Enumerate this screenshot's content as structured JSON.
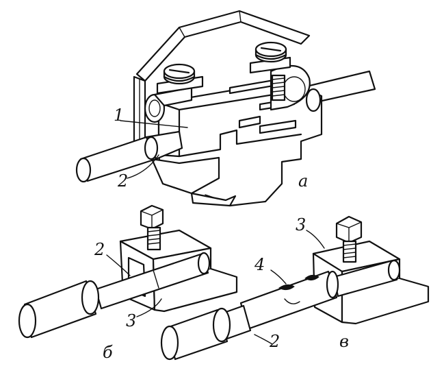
{
  "labels": {
    "part_a": "а",
    "part_b": "б",
    "part_v": "в",
    "a_1": "1",
    "a_2": "2",
    "b_2": "2",
    "b_3": "3",
    "v_3": "3",
    "v_4": "4",
    "v_2": "2"
  },
  "colors": {
    "ink": "#111111",
    "paper": "#ffffff"
  }
}
